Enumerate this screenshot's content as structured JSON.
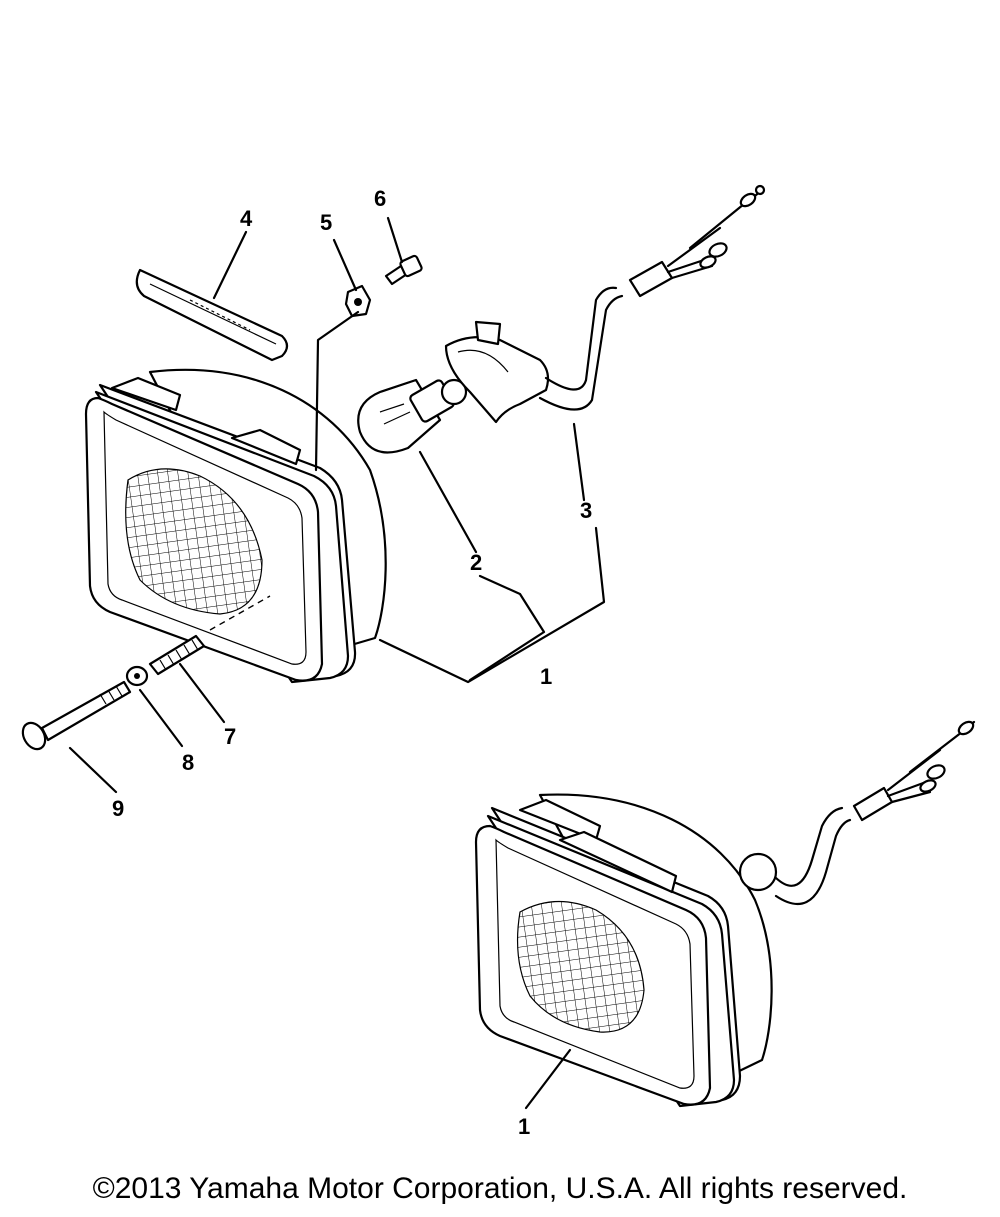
{
  "callouts": {
    "c1a": "1",
    "c1b": "1",
    "c2": "2",
    "c3": "3",
    "c4": "4",
    "c5": "5",
    "c6": "6",
    "c7": "7",
    "c8": "8",
    "c9": "9"
  },
  "footer": {
    "copyright": "©2013 Yamaha Motor Corporation, U.S.A. All rights reserved."
  }
}
